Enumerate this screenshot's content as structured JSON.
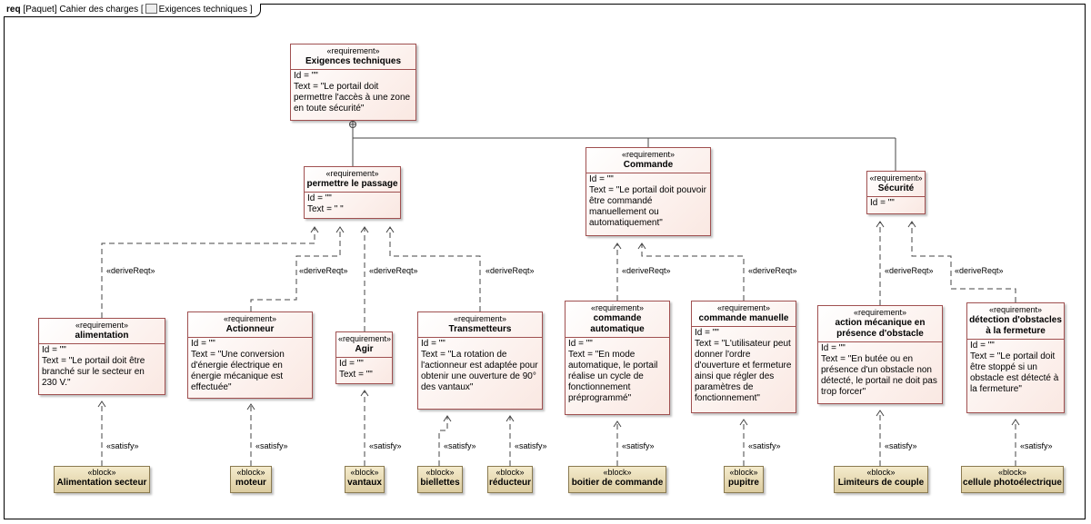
{
  "frame": {
    "kind": "req",
    "title": "[Paquet] Cahier des charges [",
    "diagram": "Exigences techniques",
    "close": "]"
  },
  "stereo_req": "«requirement»",
  "stereo_block": "«block»",
  "rel": {
    "derive": "«deriveReqt»",
    "satisfy": "«satisfy»"
  },
  "requirements": {
    "root": {
      "name": "Exigences techniques",
      "body": "Id = \"\"\nText = \"Le portail doit permettre l'accès à une zone en toute sécurité\""
    },
    "passage": {
      "name": "permettre le passage",
      "body": "Id = \"\"\nText = \" \""
    },
    "commande": {
      "name": "Commande",
      "body": "Id = \"\"\nText = \"Le portail doit pouvoir être commandé manuellement ou automatiquement\""
    },
    "securite": {
      "name": "Sécurité",
      "body": "Id = \"\""
    },
    "alimentation": {
      "name": "alimentation",
      "body": "Id = \"\"\nText = \"Le portail doit être branché sur le secteur en 230 V.\""
    },
    "actionneur": {
      "name": "Actionneur",
      "body": "Id = \"\"\nText = \"Une conversion d'énergie électrique en énergie mécanique est effectuée\""
    },
    "agir": {
      "name": "Agir",
      "body": "Id = \"\"\nText = \"\""
    },
    "transmetteurs": {
      "name": "Transmetteurs",
      "body": "Id = \"\"\nText = \"La rotation de l'actionneur est adaptée pour obtenir une ouverture de 90° des vantaux\""
    },
    "cmd_auto": {
      "name": "commande automatique",
      "body": "Id = \"\"\nText = \"En mode automatique, le portail réalise un cycle de fonctionnement préprogrammé\""
    },
    "cmd_manu": {
      "name": "commande manuelle",
      "body": "Id = \"\"\nText = \"L'utilisateur peut donner l'ordre d'ouverture et fermeture ainsi que régler des paramètres de fonctionnement\""
    },
    "action_meca": {
      "name": "action mécanique en présence d'obstacle",
      "body": "Id = \"\"\nText = \"En butée ou en présence d'un obstacle non détecté, le portail ne doit pas trop forcer\""
    },
    "detection": {
      "name": "détection d'obstacles à la fermeture",
      "body": "Id = \"\"\nText = \"Le portail doit être stoppé si un obstacle est détecté à la fermeture\""
    }
  },
  "blocks": {
    "alim_secteur": "Alimentation secteur",
    "moteur": "moteur",
    "vantaux": "vantaux",
    "biellettes": "biellettes",
    "reducteur": "réducteur",
    "boitier": "boitier de commande",
    "pupitre": "pupitre",
    "limiteurs": "Limiteurs de couple",
    "cellule": "cellule photoélectrique"
  }
}
